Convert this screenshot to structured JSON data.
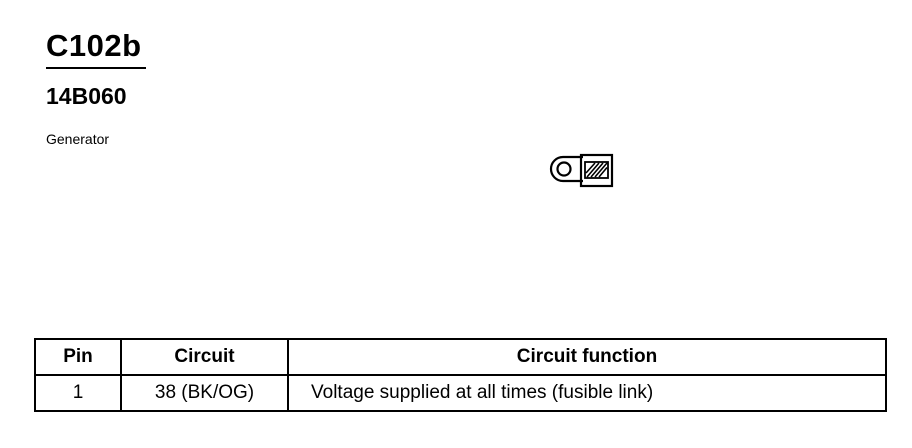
{
  "connector": {
    "id": "C102b",
    "part_number": "14B060",
    "component": "Generator"
  },
  "pin_table": {
    "headers": {
      "pin": "Pin",
      "circuit": "Circuit",
      "function": "Circuit function"
    },
    "rows": [
      {
        "pin": "1",
        "circuit": "38 (BK/OG)",
        "function": "Voltage supplied at all times (fusible link)"
      }
    ]
  },
  "icons": {
    "connector_face": "ring-terminal-connector-icon"
  }
}
